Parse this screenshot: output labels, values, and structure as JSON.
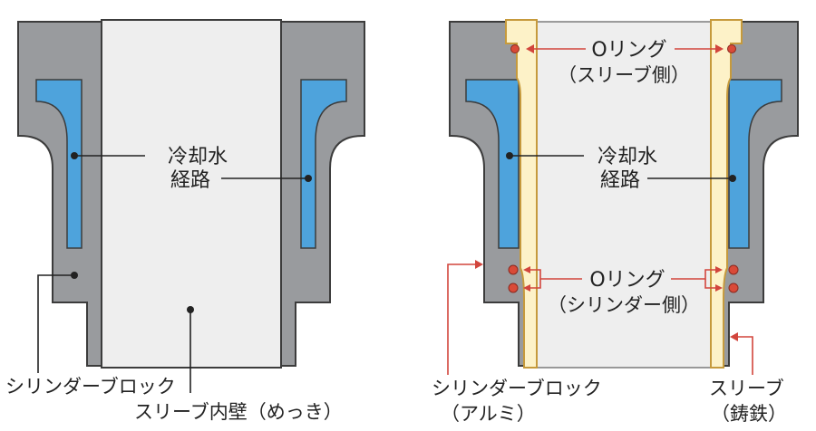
{
  "colors": {
    "block": "#999b9e",
    "outline": "#3c3c3c",
    "water": "#4ea3dc",
    "bore": "#eeeeee",
    "sleeve": "#fdf2c8",
    "sleeve_outline": "#c69a3c",
    "oring": "#d94a38",
    "callout_red": "#d2453c",
    "ink": "#222222"
  },
  "left": {
    "coolant_line1": "冷却水",
    "coolant_line2": "経路",
    "block_label": "シリンダーブロック",
    "wall_label": "スリーブ内壁（めっき）"
  },
  "right": {
    "oring_top_line1": "Oリング",
    "oring_top_line2": "（スリーブ側）",
    "coolant_line1": "冷却水",
    "coolant_line2": "経路",
    "oring_bottom_line1": "Oリング",
    "oring_bottom_line2": "（シリンダー側）",
    "block_line1": "シリンダーブロック",
    "block_line2": "（アルミ）",
    "sleeve_line1": "スリーブ",
    "sleeve_line2": "（鋳鉄）"
  }
}
